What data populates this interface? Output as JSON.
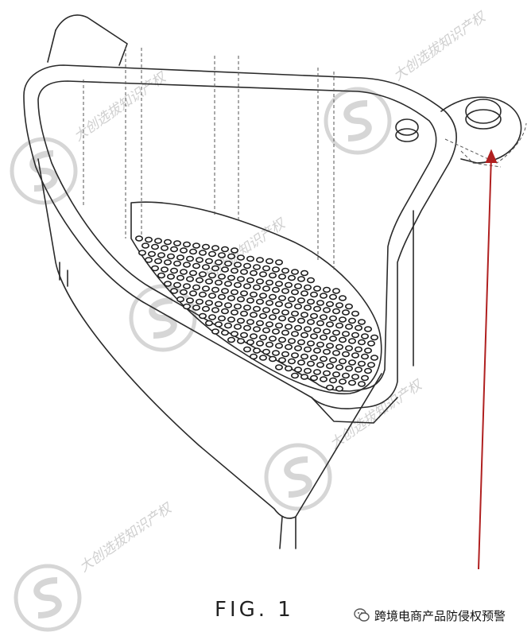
{
  "figure": {
    "caption": "FIG. 1"
  },
  "watermark": {
    "text": "大创选拔知识产权",
    "logo": "s-logo-watermark"
  },
  "badge": {
    "icon": "wechat-icon",
    "text": "跨境电商产品防侵权预警"
  },
  "colors": {
    "line": "#2a2a2a",
    "dashed": "#555555",
    "arrow": "#b02020",
    "watermark": "#d0d0d0"
  }
}
